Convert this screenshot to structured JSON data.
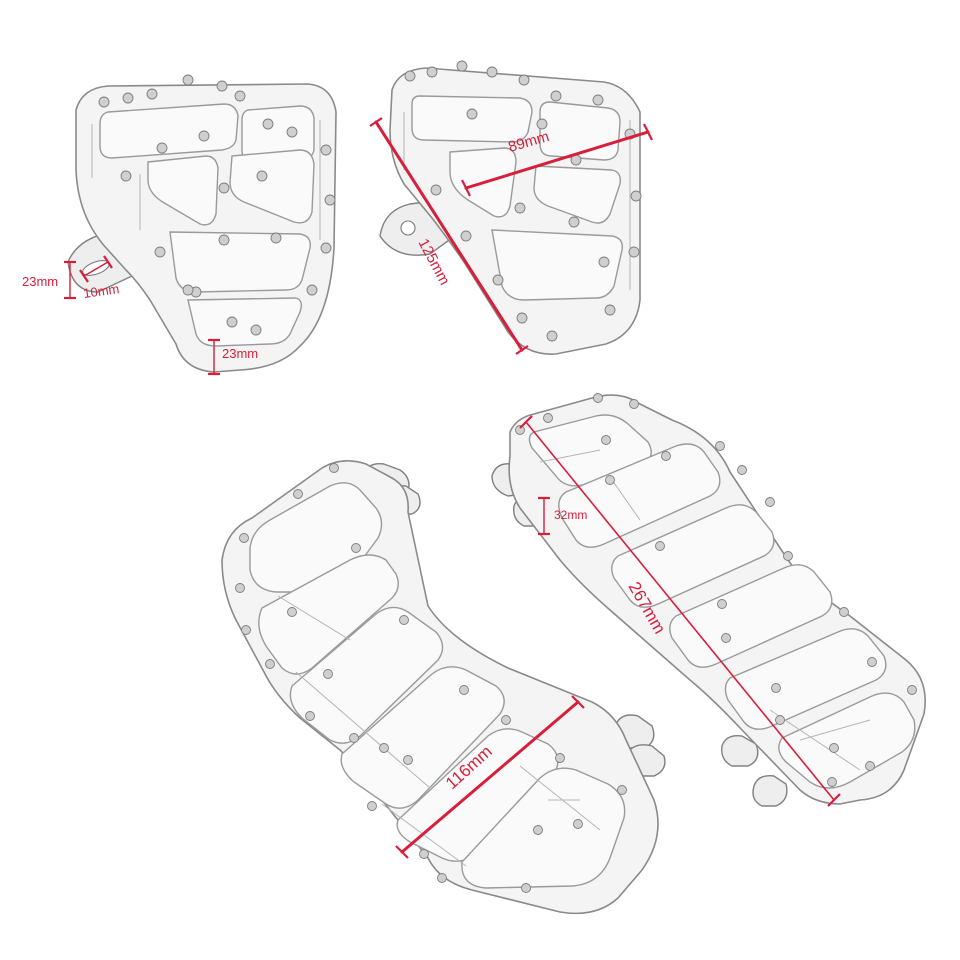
{
  "dimensions": {
    "small_mount_height": "23mm",
    "small_hole_width": "10mm",
    "small_plate_thickness": "23mm",
    "peg_width": "89mm",
    "peg_length": "125mm",
    "board_width": "116mm",
    "board_length": "267mm",
    "board_mount_height": "32mm"
  },
  "colors": {
    "dimension_red": "#d81e3a",
    "part_outline": "#8a8a8a",
    "background": "#ffffff"
  }
}
